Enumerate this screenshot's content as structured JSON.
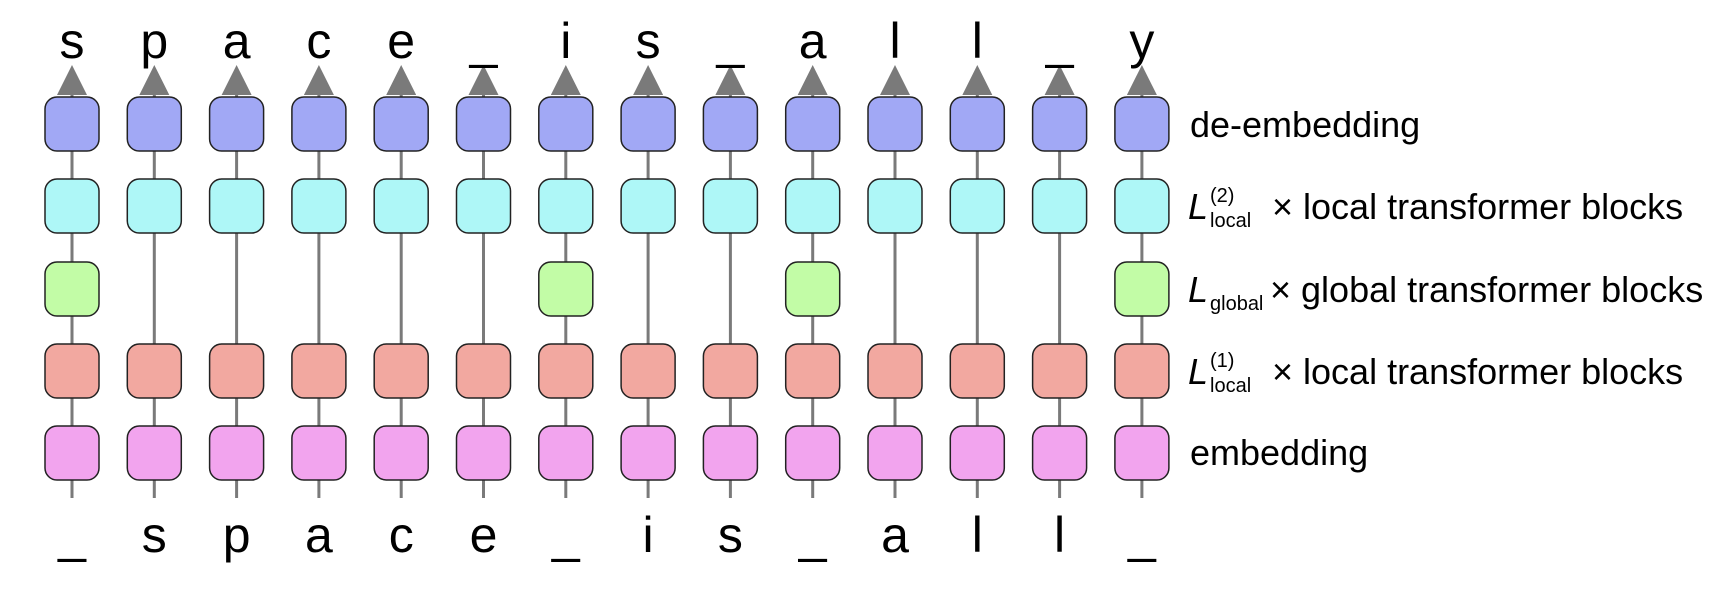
{
  "output_chars": [
    "s",
    "p",
    "a",
    "c",
    "e",
    "_",
    "i",
    "s",
    "_",
    "a",
    "l",
    "l",
    "_",
    "y"
  ],
  "input_chars": [
    "_",
    "s",
    "p",
    "a",
    "c",
    "e",
    "_",
    "i",
    "s",
    "_",
    "a",
    "l",
    "l",
    "_"
  ],
  "global_positions": [
    0,
    6,
    9,
    13
  ],
  "rows": [
    {
      "id": "de-embedding",
      "color": "#a1a8f5"
    },
    {
      "id": "local-2",
      "color": "#aef7f7"
    },
    {
      "id": "global",
      "color": "#c2fca6"
    },
    {
      "id": "local-1",
      "color": "#f2a8a0"
    },
    {
      "id": "embedding",
      "color": "#f2a4ee"
    }
  ],
  "colors": {
    "stroke": "#222222",
    "connector": "#7a7a7a"
  },
  "labels": {
    "de_embedding": "de-embedding",
    "local2": {
      "base": "L",
      "sup": "(2)",
      "sub": "local",
      "text": "× local transformer blocks"
    },
    "global": {
      "base": "L",
      "sub": "global",
      "text": "× global transformer blocks"
    },
    "local1": {
      "base": "L",
      "sup": "(1)",
      "sub": "local",
      "text": "× local transformer blocks"
    },
    "embedding": "embedding"
  }
}
